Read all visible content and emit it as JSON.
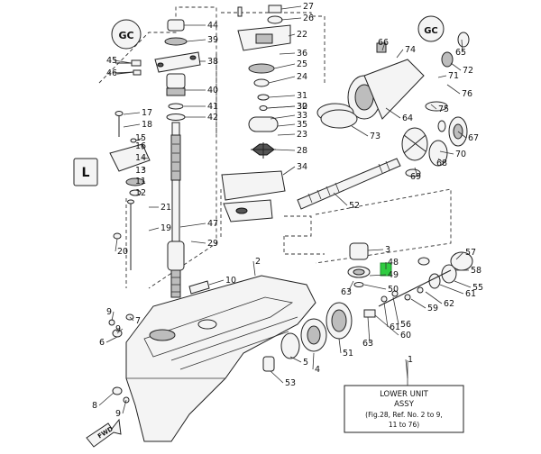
{
  "callouts": [
    {
      "n": "44"
    },
    {
      "n": "39"
    },
    {
      "n": "45"
    },
    {
      "n": "46"
    },
    {
      "n": "38"
    },
    {
      "n": "40"
    },
    {
      "n": "41"
    },
    {
      "n": "42"
    },
    {
      "n": "17"
    },
    {
      "n": "18"
    },
    {
      "n": "15"
    },
    {
      "n": "16"
    },
    {
      "n": "14"
    },
    {
      "n": "13"
    },
    {
      "n": "11"
    },
    {
      "n": "12"
    },
    {
      "n": "21"
    },
    {
      "n": "19"
    },
    {
      "n": "20"
    },
    {
      "n": "47"
    },
    {
      "n": "29"
    },
    {
      "n": "10"
    },
    {
      "n": "2"
    },
    {
      "n": "9"
    },
    {
      "n": "7"
    },
    {
      "n": "9"
    },
    {
      "n": "6"
    },
    {
      "n": "8"
    },
    {
      "n": "9"
    },
    {
      "n": "27"
    },
    {
      "n": "26"
    },
    {
      "n": "22"
    },
    {
      "n": "36"
    },
    {
      "n": "25"
    },
    {
      "n": "24"
    },
    {
      "n": "31"
    },
    {
      "n": "30"
    },
    {
      "n": "32"
    },
    {
      "n": "33"
    },
    {
      "n": "35"
    },
    {
      "n": "23"
    },
    {
      "n": "28"
    },
    {
      "n": "34"
    },
    {
      "n": "66"
    },
    {
      "n": "74"
    },
    {
      "n": "65"
    },
    {
      "n": "72"
    },
    {
      "n": "71"
    },
    {
      "n": "76"
    },
    {
      "n": "75"
    },
    {
      "n": "64"
    },
    {
      "n": "73"
    },
    {
      "n": "67"
    },
    {
      "n": "68"
    },
    {
      "n": "70"
    },
    {
      "n": "69"
    },
    {
      "n": "52"
    },
    {
      "n": "3"
    },
    {
      "n": "48"
    },
    {
      "n": "49"
    },
    {
      "n": "63"
    },
    {
      "n": "50"
    },
    {
      "n": "57"
    },
    {
      "n": "58"
    },
    {
      "n": "55"
    },
    {
      "n": "61"
    },
    {
      "n": "62"
    },
    {
      "n": "59"
    },
    {
      "n": "56"
    },
    {
      "n": "61"
    },
    {
      "n": "60"
    },
    {
      "n": "51"
    },
    {
      "n": "63"
    },
    {
      "n": "4"
    },
    {
      "n": "5"
    },
    {
      "n": "53"
    },
    {
      "n": "1"
    }
  ],
  "title_box": {
    "line1": "LOWER UNIT",
    "line2": "ASSY",
    "line3": "(Fig.28, Ref. No. 2 to 9,",
    "line4": "11 to 76)"
  },
  "fwd_label": "FWD",
  "sealant_badge": "GC",
  "grease_badge": "L",
  "colors": {
    "line": "#222222",
    "highlight": "#2ecc40",
    "background": "#ffffff"
  }
}
